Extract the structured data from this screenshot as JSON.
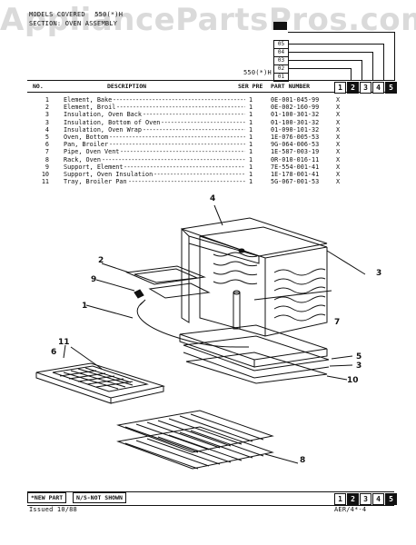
{
  "header": {
    "models_label": "MODELS COVERED",
    "model_value": "550(*)H",
    "section_title": "SECTION: OVEN ASSEMBLY",
    "serial_labels": [
      "05",
      "04",
      "03",
      "02",
      "01"
    ],
    "model_line": "550(*)H"
  },
  "columns": {
    "no": "NO.",
    "description": "DESCRIPTION",
    "ser_pre": "SER PRE",
    "part_number": "PART NUMBER"
  },
  "page_numbers": [
    "1",
    "2",
    "3",
    "4",
    "5"
  ],
  "parts": [
    {
      "no": "1",
      "description": "Element, Bake",
      "qty": "1",
      "part_number": "0E-001-045-99",
      "mark": "X"
    },
    {
      "no": "2",
      "description": "Element, Broil",
      "qty": "1",
      "part_number": "0E-002-160-99",
      "mark": "X"
    },
    {
      "no": "3",
      "description": "Insulation, Oven Back",
      "qty": "1",
      "part_number": "01-100-301-32",
      "mark": "X"
    },
    {
      "no": "3",
      "description": "Insulation, Bottom of Oven",
      "qty": "1",
      "part_number": "01-100-301-32",
      "mark": "X"
    },
    {
      "no": "4",
      "description": "Insulation, Oven Wrap",
      "qty": "1",
      "part_number": "01-090-101-32",
      "mark": "X"
    },
    {
      "no": "5",
      "description": "Oven, Bottom",
      "qty": "1",
      "part_number": "1E-076-005-53",
      "mark": "X"
    },
    {
      "no": "6",
      "description": "Pan, Broiler",
      "qty": "1",
      "part_number": "9G-064-006-53",
      "mark": "X"
    },
    {
      "no": "7",
      "description": "Pipe, Oven Vent",
      "qty": "1",
      "part_number": "1E-587-003-19",
      "mark": "X"
    },
    {
      "no": "8",
      "description": "Rack, Oven",
      "qty": "1",
      "part_number": "0R-010-016-11",
      "mark": "X"
    },
    {
      "no": "9",
      "description": "Support, Element",
      "qty": "1",
      "part_number": "7E-554-001-41",
      "mark": "X"
    },
    {
      "no": "10",
      "description": "Support, Oven Insulation",
      "qty": "1",
      "part_number": "1E-178-001-41",
      "mark": "X"
    },
    {
      "no": "11",
      "description": "Tray, Broiler Pan",
      "qty": "1",
      "part_number": "5G-067-001-53",
      "mark": "X"
    }
  ],
  "callouts": [
    "1",
    "2",
    "3",
    "3",
    "4",
    "5",
    "6",
    "7",
    "8",
    "9",
    "10",
    "11"
  ],
  "footer": {
    "new_part": "*NEW PART",
    "not_shown": "N/S-NOT SHOWN",
    "issued": "Issued 10/88",
    "code": "AER/4*-4"
  },
  "watermark": "AppliancePartsPros.com"
}
